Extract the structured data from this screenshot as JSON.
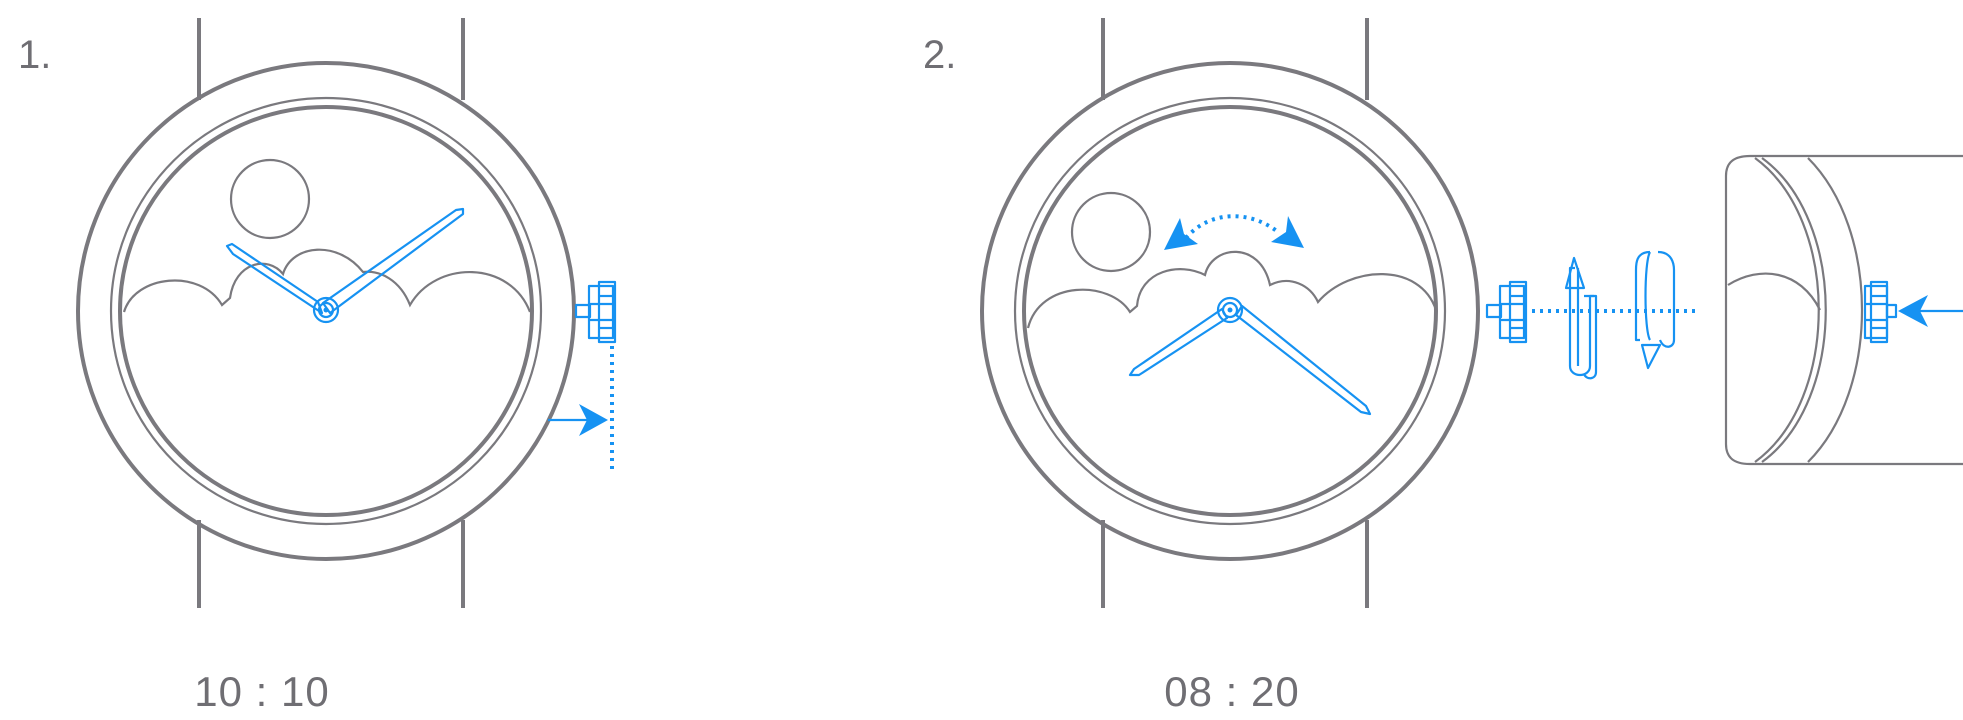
{
  "steps": [
    {
      "number": "1.",
      "time": "10 : 10"
    },
    {
      "number": "2.",
      "time": "08 : 20"
    }
  ],
  "colors": {
    "outline": "#7a797e",
    "accent": "#1692f2",
    "text": "#6f6e73",
    "background": "#ffffff"
  },
  "icons": [
    "watch-illustration",
    "crown-icon",
    "pull-arrow-icon",
    "push-arrow-icon",
    "rotate-arrows-icon"
  ]
}
